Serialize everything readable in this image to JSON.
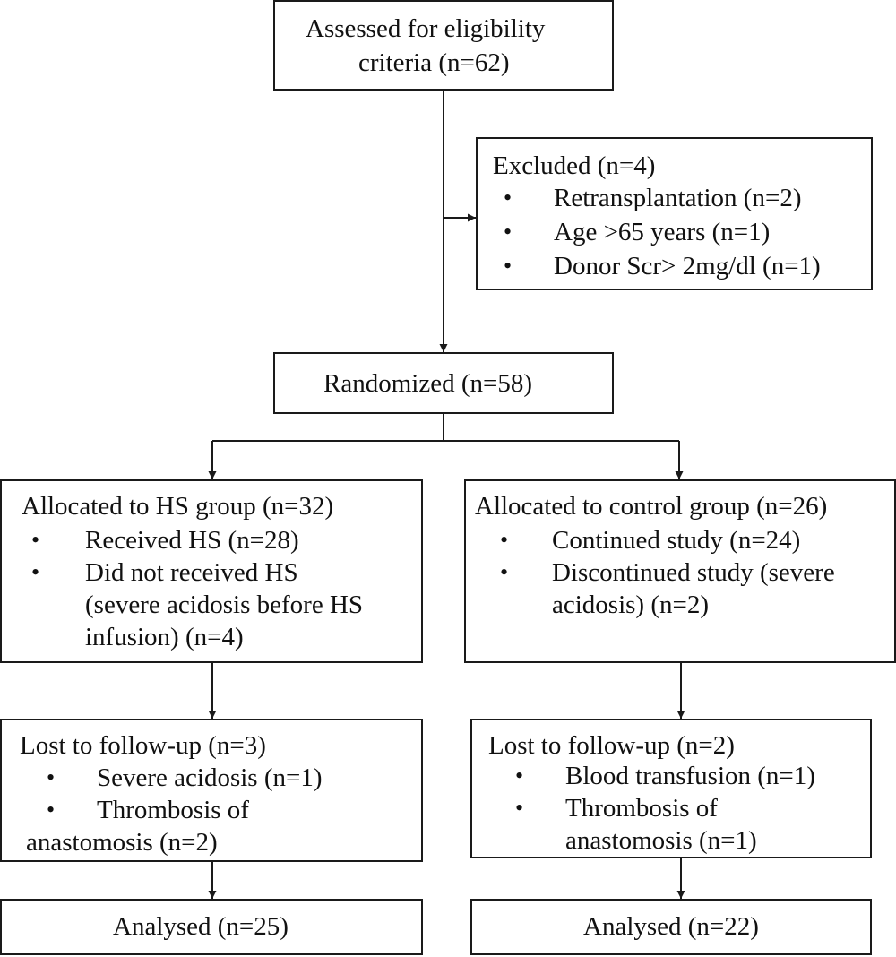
{
  "assessed": {
    "lines": [
      "Assessed for eligibility",
      "criteria (n=62)"
    ]
  },
  "excluded": {
    "title": "Excluded (n=4)",
    "bullet": "•",
    "items": [
      "Retransplantation (n=2)",
      "Age >65 years (n=1)",
      "Donor Scr> 2mg/dl (n=1)"
    ]
  },
  "randomized": {
    "label": "Randomized (n=58)"
  },
  "hs_group": {
    "title": "Allocated to HS group (n=32)",
    "bullet": "•",
    "items": [
      [
        "Received HS (n=28)"
      ],
      [
        "Did not received HS",
        "(severe acidosis before HS",
        "infusion) (n=4)"
      ]
    ]
  },
  "control_group": {
    "title": "Allocated to control group (n=26)",
    "bullet": "•",
    "items": [
      [
        "Continued study (n=24)"
      ],
      [
        "Discontinued study (severe",
        "acidosis) (n=2)"
      ]
    ]
  },
  "hs_lost": {
    "title": "Lost to follow-up (n=3)",
    "bullet": "•",
    "items": [
      [
        "Severe acidosis  (n=1)"
      ],
      [
        "Thrombosis of",
        "anastomosis (n=2)"
      ]
    ]
  },
  "control_lost": {
    "title": "Lost to follow-up (n=2)",
    "bullet": "•",
    "items": [
      [
        "Blood transfusion (n=1)"
      ],
      [
        "Thrombosis of",
        "anastomosis (n=1)"
      ]
    ]
  },
  "hs_analysed": {
    "label": "Analysed (n=25)"
  },
  "control_analysed": {
    "label": "Analysed (n=22)"
  }
}
